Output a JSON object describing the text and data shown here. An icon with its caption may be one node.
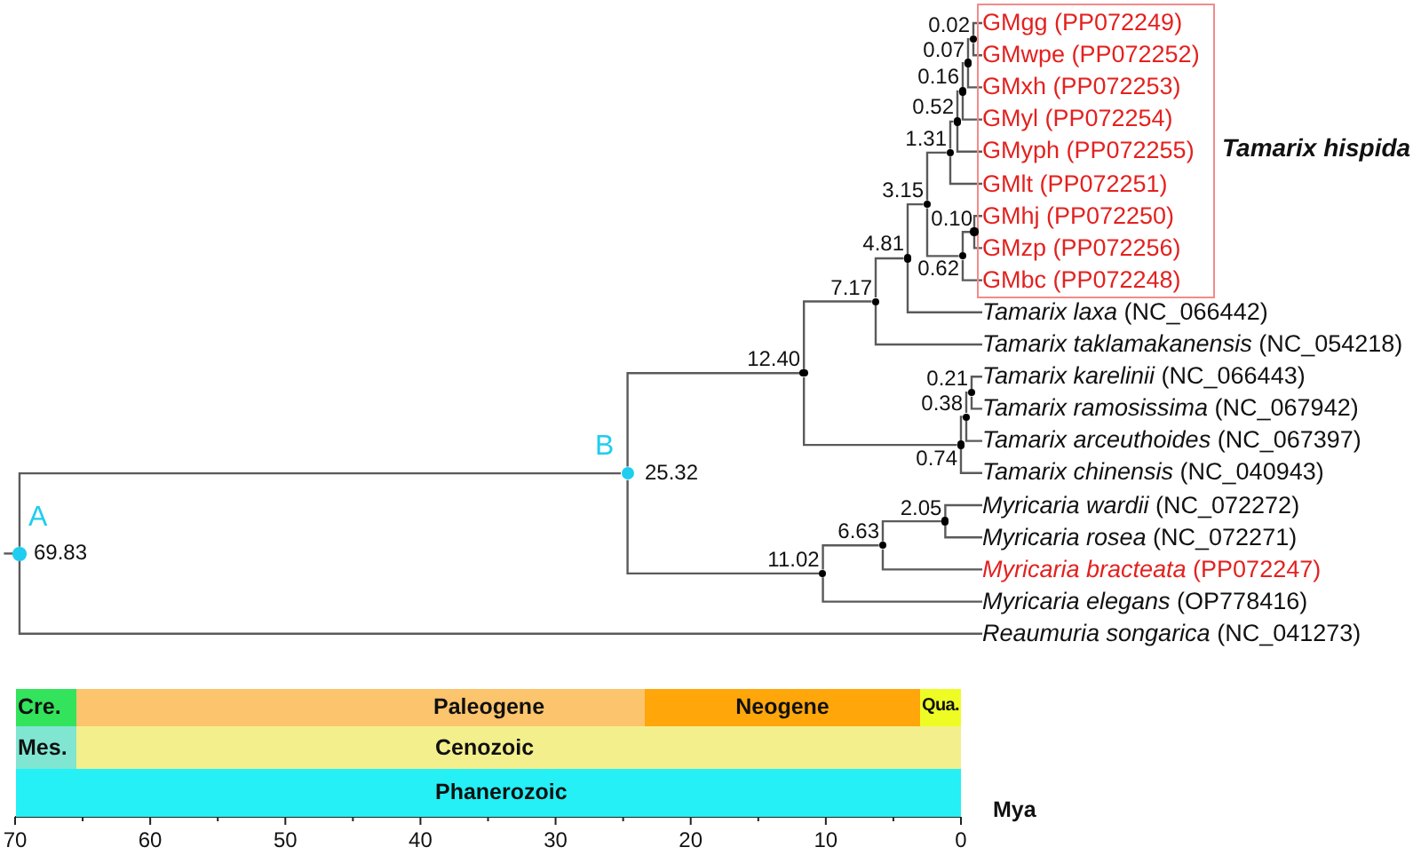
{
  "diagram": {
    "nodes": [
      {
        "text": [
          "Tamarix hispida"
        ]
      },
      {
        "text": [
          "GMgg (PP072249)"
        ],
        "in": 0
      },
      {
        "text": [
          "GMwpe (PP072252)"
        ],
        "in": 0
      },
      {
        "text": [
          "GMxh (PP072253)"
        ],
        "in": 0
      },
      {
        "text": [
          "GMyl (PP072254)"
        ],
        "in": 0
      },
      {
        "text": [
          "GMyph (PP072255)"
        ],
        "in": 0
      },
      {
        "text": [
          "GMlt (PP072251)"
        ],
        "in": 0
      },
      {
        "text": [
          "GMhj (PP072250)"
        ],
        "in": 0
      },
      {
        "text": [
          "GMzp (PP072256)"
        ],
        "in": 0
      },
      {
        "text": [
          "GMbc (PP072248)"
        ],
        "in": 0
      },
      {
        "text": [
          "*Tamarix laxa* (NC_066442)"
        ]
      },
      {
        "text": [
          "*Tamarix taklamakanensis* (NC_054218)"
        ]
      },
      {
        "text": [
          "*Tamarix karelinii* (NC_066443)"
        ]
      },
      {
        "text": [
          "*Tamarix ramosissima* (NC_067942)"
        ]
      },
      {
        "text": [
          "*Tamarix arceuthoides* (NC_067397)"
        ]
      },
      {
        "text": [
          "*Tamarix chinensis* (NC_040943)"
        ]
      },
      {
        "text": [
          "*Myricaria wardii* (NC_072272)"
        ]
      },
      {
        "text": [
          "*Myricaria rosea* (NC_072271)"
        ]
      },
      {
        "text": [
          "*Myricaria bracteata* (PP072247)"
        ]
      },
      {
        "text": [
          "*Myricaria elegans* (OP778416)"
        ]
      },
      {
        "text": [
          "*Reaumuria songarica* (NC_041273)"
        ]
      },
      {
        "text": [],
        "shape": "circle",
        "beside": [
          "0.02"
        ]
      },
      {
        "text": [],
        "shape": "circle",
        "beside": [
          "0.07"
        ]
      },
      {
        "text": [],
        "shape": "circle",
        "beside": [
          "0.16"
        ]
      },
      {
        "text": [],
        "shape": "circle",
        "beside": [
          "0.52"
        ]
      },
      {
        "text": [],
        "shape": "circle",
        "beside": [
          "1.31"
        ]
      },
      {
        "text": [],
        "shape": "circle",
        "beside": [
          "3.15"
        ]
      },
      {
        "text": [],
        "shape": "circle",
        "beside": [
          "0.10"
        ]
      },
      {
        "text": [],
        "shape": "circle",
        "beside": [
          "0.62"
        ]
      },
      {
        "text": [],
        "shape": "circle",
        "beside": [
          "4.81"
        ]
      },
      {
        "text": [],
        "shape": "circle",
        "beside": [
          "7.17"
        ]
      },
      {
        "text": [],
        "shape": "circle",
        "beside": [
          "12.40"
        ]
      },
      {
        "text": [],
        "shape": "circle",
        "beside": [
          "0.21"
        ]
      },
      {
        "text": [],
        "shape": "circle",
        "beside": [
          "0.38"
        ]
      },
      {
        "text": [],
        "shape": "circle",
        "beside": [
          "0.74"
        ]
      },
      {
        "text": [],
        "shape": "circle",
        "beside": [
          "B",
          "25.32"
        ]
      },
      {
        "text": [],
        "shape": "circle",
        "beside": [
          "2.05"
        ]
      },
      {
        "text": [],
        "shape": "circle",
        "beside": [
          "6.63"
        ]
      },
      {
        "text": [],
        "shape": "circle",
        "beside": [
          "11.02"
        ]
      },
      {
        "text": [],
        "shape": "circle",
        "beside": [
          "A",
          "69.83"
        ]
      },
      {
        "text": [
          "Cre."
        ]
      },
      {
        "text": [
          "Paleogene"
        ]
      },
      {
        "text": [
          "Neogene"
        ]
      },
      {
        "text": [
          "Qua."
        ]
      },
      {
        "text": [
          "Mes."
        ]
      },
      {
        "text": [
          "Cenozoic"
        ]
      },
      {
        "text": [
          "Phanerozoic"
        ]
      }
    ],
    "edges": [
      {
        "from": 21,
        "to": 1,
        "arrow": "none"
      },
      {
        "from": 21,
        "to": 2,
        "arrow": "none"
      },
      {
        "from": 22,
        "to": 21,
        "arrow": "none"
      },
      {
        "from": 22,
        "to": 3,
        "arrow": "none"
      },
      {
        "from": 23,
        "to": 22,
        "arrow": "none"
      },
      {
        "from": 23,
        "to": 4,
        "arrow": "none"
      },
      {
        "from": 24,
        "to": 23,
        "arrow": "none"
      },
      {
        "from": 24,
        "to": 5,
        "arrow": "none"
      },
      {
        "from": 25,
        "to": 24,
        "arrow": "none"
      },
      {
        "from": 25,
        "to": 6,
        "arrow": "none"
      },
      {
        "from": 27,
        "to": 7,
        "arrow": "none"
      },
      {
        "from": 27,
        "to": 8,
        "arrow": "none"
      },
      {
        "from": 28,
        "to": 27,
        "arrow": "none"
      },
      {
        "from": 28,
        "to": 9,
        "arrow": "none"
      },
      {
        "from": 26,
        "to": 25,
        "arrow": "none"
      },
      {
        "from": 26,
        "to": 28,
        "arrow": "none"
      },
      {
        "from": 29,
        "to": 26,
        "arrow": "none"
      },
      {
        "from": 29,
        "to": 10,
        "arrow": "none"
      },
      {
        "from": 30,
        "to": 29,
        "arrow": "none"
      },
      {
        "from": 30,
        "to": 11,
        "arrow": "none"
      },
      {
        "from": 32,
        "to": 12,
        "arrow": "none"
      },
      {
        "from": 32,
        "to": 13,
        "arrow": "none"
      },
      {
        "from": 33,
        "to": 32,
        "arrow": "none"
      },
      {
        "from": 33,
        "to": 14,
        "arrow": "none"
      },
      {
        "from": 34,
        "to": 33,
        "arrow": "none"
      },
      {
        "from": 34,
        "to": 15,
        "arrow": "none"
      },
      {
        "from": 31,
        "to": 30,
        "arrow": "none"
      },
      {
        "from": 31,
        "to": 34,
        "arrow": "none"
      },
      {
        "from": 36,
        "to": 16,
        "arrow": "none"
      },
      {
        "from": 36,
        "to": 17,
        "arrow": "none"
      },
      {
        "from": 37,
        "to": 36,
        "arrow": "none"
      },
      {
        "from": 37,
        "to": 18,
        "arrow": "none"
      },
      {
        "from": 38,
        "to": 37,
        "arrow": "none"
      },
      {
        "from": 38,
        "to": 19,
        "arrow": "none"
      },
      {
        "from": 35,
        "to": 31,
        "arrow": "none"
      },
      {
        "from": 35,
        "to": 38,
        "arrow": "none"
      },
      {
        "from": 39,
        "to": 35,
        "arrow": "none"
      },
      {
        "from": 39,
        "to": 20,
        "arrow": "none"
      },
      {
        "from": null,
        "to": 39,
        "arrow": "none"
      }
    ],
    "labels": [
      "70",
      "60",
      "50",
      "40",
      "30",
      "20",
      "10",
      "0",
      "Mya"
    ]
  }
}
